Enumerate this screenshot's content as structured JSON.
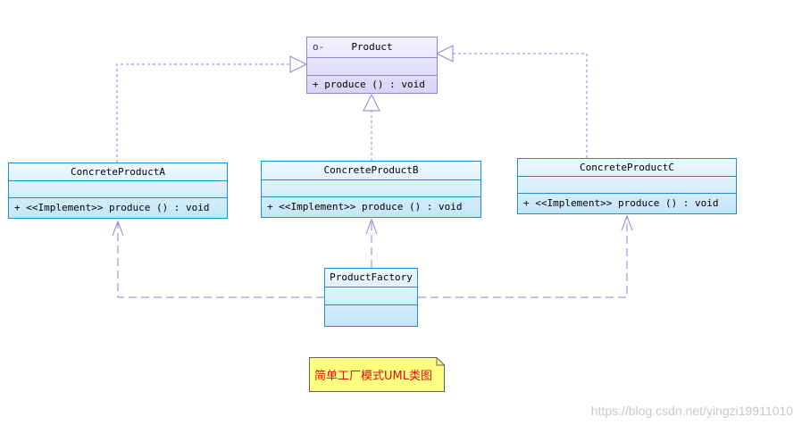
{
  "interface_product": {
    "name": "Product",
    "interface_glyph": "o-",
    "operation": "+  produce () : void"
  },
  "classes": {
    "a": {
      "name": "ConcreteProductA",
      "operation": "+  <<Implement>> produce () : void"
    },
    "b": {
      "name": "ConcreteProductB",
      "operation": "+  <<Implement>> produce () : void"
    },
    "c": {
      "name": "ConcreteProductC",
      "operation": "+  <<Implement>> produce () : void"
    },
    "factory": {
      "name": "ProductFactory"
    }
  },
  "note": {
    "text": "简单工厂模式UML类图"
  },
  "watermark": "https://blog.csdn.net/yingzi19911010",
  "colors": {
    "class_border": "#1e8fd0",
    "interface_border": "#8a86d0",
    "realization_line": "#8a86d0",
    "dependency_line": "#8a86d0",
    "note_fill": "#ffff80",
    "note_text": "#e01010"
  }
}
